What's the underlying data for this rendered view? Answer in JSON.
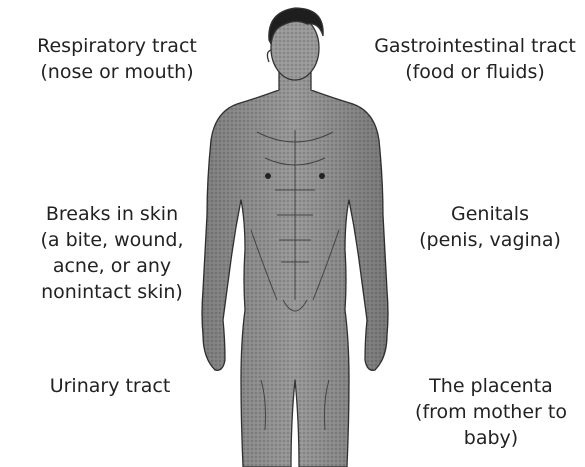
{
  "routes": {
    "respiratory": {
      "line1": "Respiratory tract",
      "line2": "(nose or mouth)"
    },
    "gastrointestinal": {
      "line1": "Gastrointestinal tract",
      "line2": "(food or fluids)"
    },
    "skin": {
      "line1": "Breaks in skin",
      "line2": "(a bite, wound,",
      "line3": "acne, or any",
      "line4": "nonintact skin)"
    },
    "genitals": {
      "line1": "Genitals",
      "line2": "(penis, vagina)"
    },
    "urinary": {
      "line1": "Urinary tract"
    },
    "placenta": {
      "line1": "The placenta",
      "line2": "(from mother to",
      "line3": "baby)"
    }
  },
  "colors": {
    "body_fill": "#8d8d8d",
    "hair": "#1e1e1e",
    "text": "#222222"
  }
}
